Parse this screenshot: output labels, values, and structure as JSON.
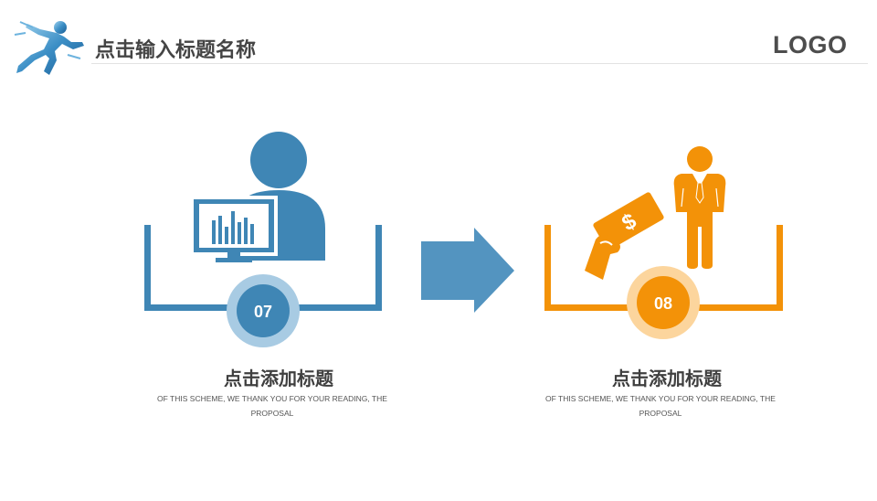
{
  "header": {
    "title": "点击输入标题名称",
    "logo": "LOGO",
    "logo_image": "runner-icon"
  },
  "steps": [
    {
      "number": "07",
      "title": "点击添加标题",
      "description": "OF THIS SCHEME, WE THANK YOU FOR YOUR READING, THE PROPOSAL",
      "icon": "user-computer-icon",
      "color": "#3f86b5"
    },
    {
      "number": "08",
      "title": "点击添加标题",
      "description": "OF THIS SCHEME, WE THANK YOU FOR YOUR READING, THE PROPOSAL",
      "icon": "money-hand-person-icon",
      "color": "#f39208"
    }
  ],
  "connector": {
    "icon": "arrow-right-icon",
    "color": "#5394c0"
  }
}
